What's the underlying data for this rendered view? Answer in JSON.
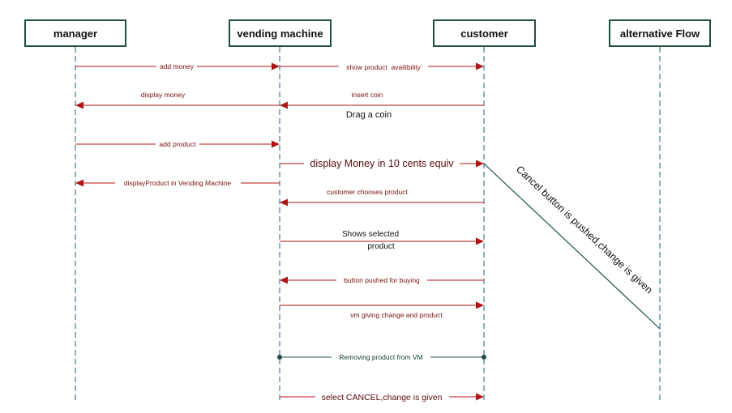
{
  "actors": [
    {
      "id": "manager",
      "label": "manager"
    },
    {
      "id": "vm",
      "label": "vending machine"
    },
    {
      "id": "customer",
      "label": "customer"
    },
    {
      "id": "alt",
      "label": "alternative Flow"
    }
  ],
  "messages": [
    {
      "label": "add money"
    },
    {
      "label": "show product  availibility"
    },
    {
      "label": "display money"
    },
    {
      "label": "insert coin"
    },
    {
      "label": "Drag a coin"
    },
    {
      "label": "add product"
    },
    {
      "label": "display Money in 10 cents equiv"
    },
    {
      "label": "displayProduct in Vending Machine"
    },
    {
      "label": "customer chooses product"
    },
    {
      "label": "Shows selected"
    },
    {
      "label": "product"
    },
    {
      "label": "button pushed for buying"
    },
    {
      "label": "vm giving change and product"
    },
    {
      "label": "Removing product from VM"
    },
    {
      "label": "select CANCEL,change is given"
    }
  ],
  "alternative": {
    "label": "Cancel button is pushed,change is given"
  },
  "colors": {
    "message": "#b01515",
    "lifeline": "#1f5f7a",
    "actor_border": "#1f4e45",
    "remove_line": "#2a5a55"
  }
}
